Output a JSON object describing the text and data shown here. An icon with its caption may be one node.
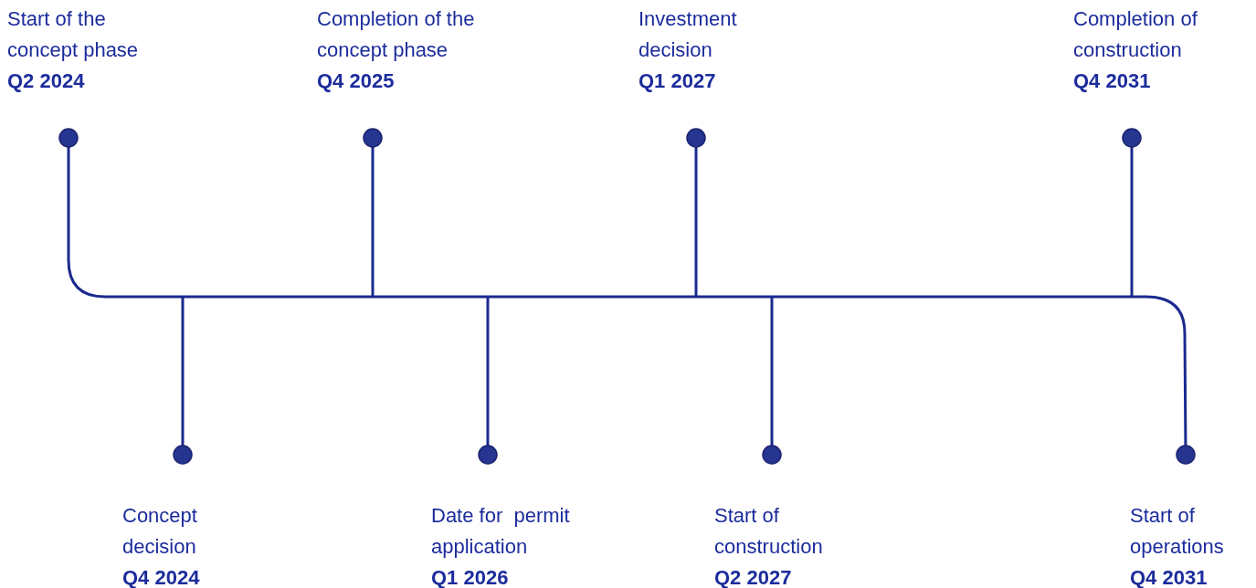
{
  "diagram": {
    "nodes": [
      {
        "text": [
          "Start of the concept phase",
          "Q2 2024"
        ]
      },
      {
        "text": [
          "Concept decision",
          "Q4 2024"
        ]
      },
      {
        "text": [
          "Completion of the concept phase",
          "Q4 2025"
        ]
      },
      {
        "text": [
          "Date for  permit application",
          "Q1 2026"
        ]
      },
      {
        "text": [
          "Investment decision",
          "Q1 2027"
        ]
      },
      {
        "text": [
          "Start of construction",
          "Q2 2027"
        ]
      },
      {
        "text": [
          "Completion of construction",
          "Q4 2031"
        ]
      },
      {
        "text": [
          "Start of operations",
          "Q4 2031"
        ]
      }
    ]
  }
}
